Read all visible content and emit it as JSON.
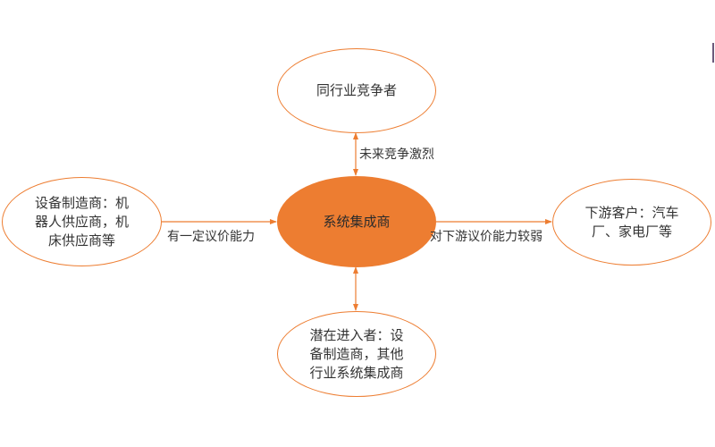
{
  "diagram": {
    "colors": {
      "accent": "#ED7D31",
      "text": "#333333",
      "background": "#ffffff"
    },
    "center": {
      "label": "系统集成商"
    },
    "nodes": {
      "top": {
        "label": "同行业竞争者"
      },
      "left": {
        "lines": [
          "设备制造商：机",
          "器人供应商，机",
          "床供应商等"
        ]
      },
      "right": {
        "lines": [
          "下游客户：汽车",
          "厂、家电厂等"
        ]
      },
      "bottom": {
        "lines": [
          "潜在进入者：设",
          "备制造商，其他",
          "行业系统集成商"
        ]
      }
    },
    "edges": {
      "top": {
        "label": "未来竞争激烈"
      },
      "left": {
        "label": "有一定议价能力"
      },
      "right": {
        "label": "对下游议价能力较弱"
      },
      "bottom": {
        "label": ""
      }
    }
  }
}
